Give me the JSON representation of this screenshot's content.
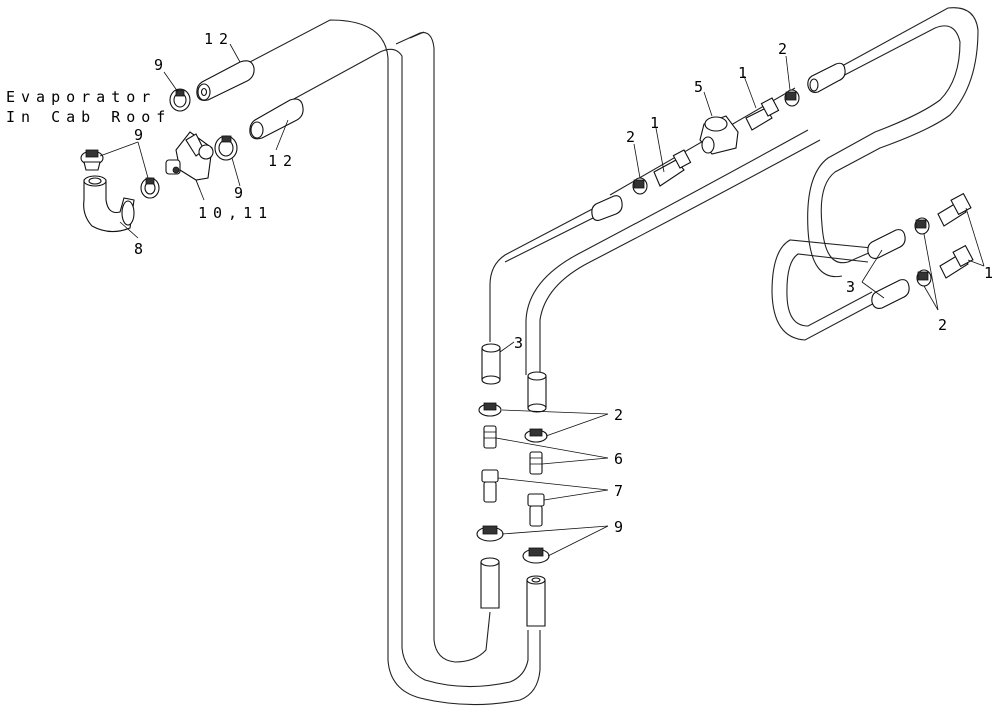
{
  "caption": {
    "line1": "Evaporator",
    "line2": "In Cab Roof"
  },
  "callouts": {
    "c12a": "12",
    "c12b": "12",
    "c9a": "9",
    "c9b": "9",
    "c9c": "9",
    "c1011": "10,11",
    "c8": "8",
    "c2a": "2",
    "c1a": "1",
    "c5": "5",
    "c1b": "1",
    "c2b": "2",
    "c3a": "3",
    "c3b": "3",
    "c1c": "1",
    "c2c": "2",
    "c2d": "2",
    "c6": "6",
    "c7": "7",
    "c9d": "9"
  }
}
